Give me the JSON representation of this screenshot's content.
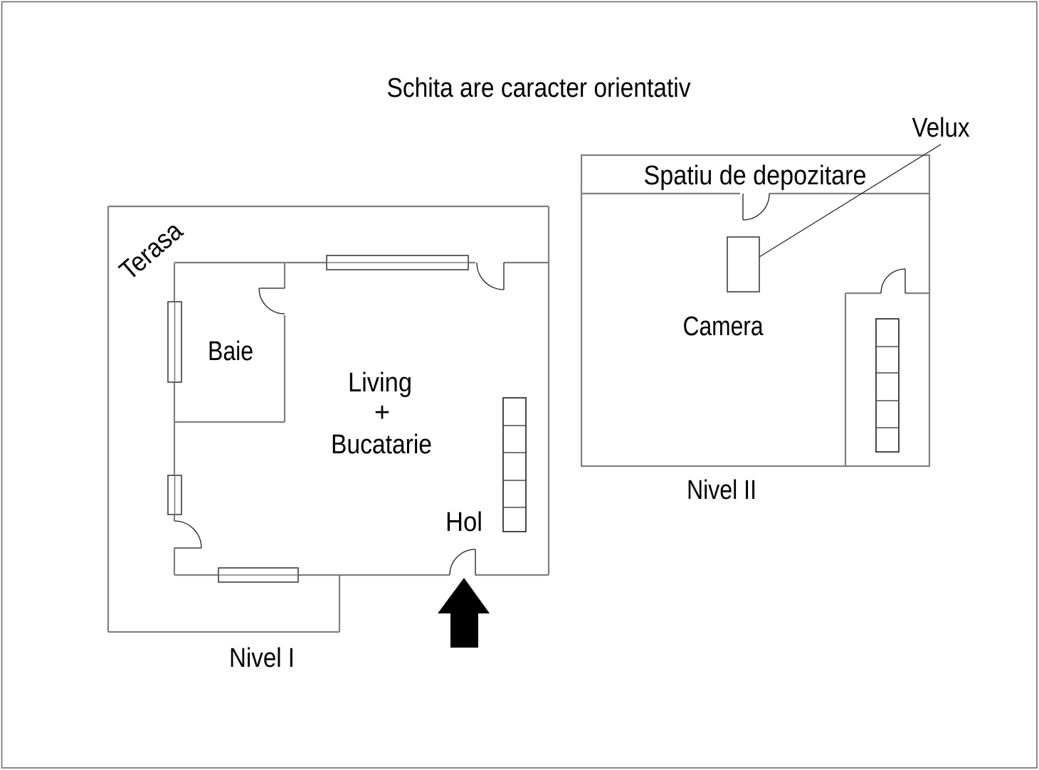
{
  "title": "Schita are caracter orientativ",
  "colors": {
    "background": "#ffffff",
    "wall_gray": "#7f7f7f",
    "detail_black": "#1a1a1a",
    "text_black": "#000000",
    "arrow_black": "#000000",
    "page_border_gray": "#6e6e6e"
  },
  "nivel1": {
    "level_label": "Nivel I",
    "terasa_label": "Terasa",
    "baie_label": "Baie",
    "living_label_line1": "Living",
    "living_label_line2": "+",
    "living_label_line3": "Bucatarie",
    "hol_label": "Hol"
  },
  "nivel2": {
    "level_label": "Nivel II",
    "storage_label": "Spatiu de depozitare",
    "camera_label": "Camera",
    "velux_label": "Velux"
  }
}
